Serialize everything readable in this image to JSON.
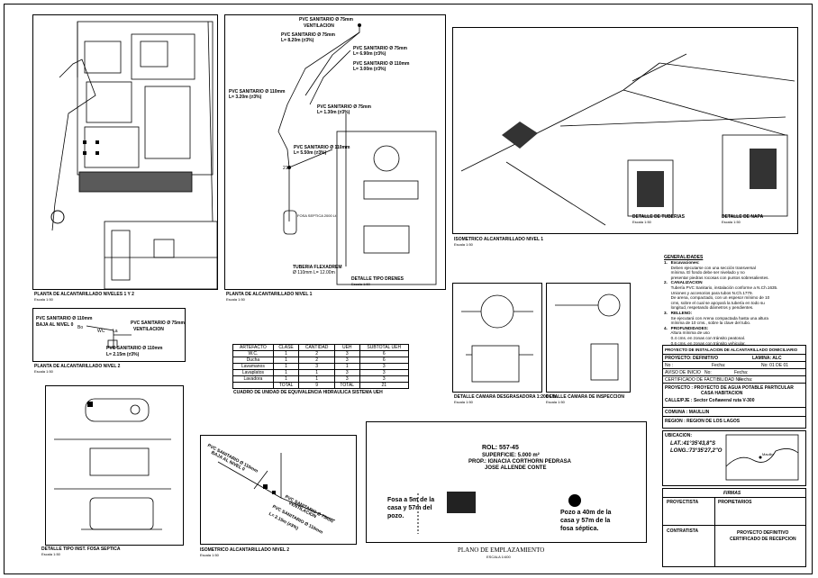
{
  "panels": {
    "planta_n1_n2": {
      "title": "PLANTA DE ALCANTARILLADO NIVELES 1 Y 2",
      "scale": "Escala 1:50"
    },
    "planta_n1": {
      "title": "PLANTA DE ALCANTARILLADO NIVEL 1",
      "scale": "Escala 1:50"
    },
    "isometrico_n1": {
      "title": "ISOMETRICO ALCANTARILLADO NIVEL 1",
      "scale": "Escala 1:50"
    },
    "planta_n2": {
      "title": "PLANTA DE ALCANTARILLADO NIVEL 2",
      "scale": "Escala 1:50"
    },
    "detalle_fosa": {
      "title": "DETALLE TIPO INST. FOSA SEPTICA",
      "scale": "Escala 1:50"
    },
    "isometrico_n2": {
      "title": "ISOMETRICO ALCANTARILLADO NIVEL 2",
      "scale": "Escala 1:50"
    },
    "detalle_drenes": {
      "title": "DETALLE TIPO DRENES",
      "scale": "Escala 1:50"
    },
    "detalle_camara_desgrasadora": {
      "title": "DETALLE CAMARA DESGRASADORA 1:200 Lts.",
      "scale": "Escala 1:50"
    },
    "detalle_camara_inspeccion": {
      "title": "DETALLE CAMARA DE INSPECCION",
      "scale": "Escala 1:50"
    },
    "detalle_tuberias": {
      "title": "DETALLE DE TUBERIAS",
      "scale": "Escala 1:50"
    },
    "detalle_napa": {
      "title": "DETALLE DE NAPA",
      "scale": "Escala 1:50"
    }
  },
  "pipe_labels": {
    "ventilacion_top": "PVC SANITARIO Ø 75mm",
    "ventilacion_word": "VENTILACION",
    "seg1_pipe": "PVC SANITARIO Ø 75mm",
    "seg1_len": "L= 8.20m (≠3%)",
    "seg2_pipe": "PVC SANITARIO Ø 75mm",
    "seg2_len": "L= 6.90m (≠3%)",
    "seg3_pipe": "PVC SANITARIO Ø 110mm",
    "seg3_len": "L= 3.00m (≠3%)",
    "seg4_pipe": "PVC SANITARIO Ø 110mm",
    "seg4_len": "L= 3.20m (≠3%)",
    "seg5_pipe": "PVC SANITARIO Ø 75mm",
    "seg5_len": "L= 1.30m (≠3%)",
    "seg6_pipe": "PVC SANITARIO Ø 110mm",
    "seg6_len": "L= 5.50m (≠3%)",
    "node21": "21",
    "fosa_label": "FOSA SEPTICA 2000 Lt.",
    "tuberia_label": "TUBERIA FLEXADREM",
    "tuberia_len": "Ø 110mm L= 12.00m",
    "n2_pipe_a": "PVC SANITARIO Ø 110mm",
    "n2_baja": "BAJA AL NIVEL 0",
    "n2_pipe_b": "PVC SANITARIO Ø 75mm",
    "n2_vent": "VENTILACION",
    "n2_pipe_c": "PVC SANITARIO Ø 110mm",
    "n2_len": "L= 2.15m (≠3%)",
    "n2_bo": "Bo",
    "n2_wc": "WC",
    "n2_la": "La"
  },
  "table": {
    "title": "CUADRO DE UNIDAD DE EQUIVALENCIA HIDRAULICA SISTEMA UEH",
    "headers": [
      "ARTEFACTO",
      "CLASE",
      "CANTIDAD",
      "UEH",
      "SUBTOTAL UEH"
    ],
    "rows": [
      [
        "W.C.",
        "1",
        "2",
        "3",
        "6"
      ],
      [
        "Ducha",
        "1",
        "2",
        "3",
        "6"
      ],
      [
        "Lavamanos",
        "1",
        "3",
        "1",
        "3"
      ],
      [
        "Lavaplatos",
        "1",
        "1",
        "3",
        "3"
      ],
      [
        "Lavadora",
        "1",
        "1",
        "3",
        "3"
      ]
    ],
    "total_label": "TOTAL",
    "total_qty": "9",
    "total_label2": "TOTAL",
    "total_value": "21"
  },
  "site": {
    "rol": "ROL: 557-45",
    "superficie": "SUPERFICIE: 5.000 m²",
    "prop": "PROP.: IGNACIA CORTHORN PEDRASA",
    "prop2": "JOSE ALLENDE CONTE",
    "fosa_note_1": "Fosa a 5m de la",
    "fosa_note_2": "casa y 57m del",
    "fosa_note_3": "pozo.",
    "pozo_note_1": "Pozo a 40m de la",
    "pozo_note_2": "casa y 57m de la",
    "pozo_note_3": "fosa séptica.",
    "title": "PLANO DE EMPLAZAMIENTO",
    "scale": "ESCALA 1/400"
  },
  "generalidades": {
    "heading": "GENERALIDADES",
    "items": [
      "1.   Excavaciones:",
      "      Deben ejecutarse con una sección transversal",
      "      mínima. El fondo debe ser nivelado y no",
      "      presentar piedras rocosas con puntos sobresalientes.",
      "2.   CANALIZACION",
      "      Tubería PVC Sanitario, instalación conforme a N.Ch.1635.",
      "      Uniones y accesorios para tubos N.Ch.1779.",
      "      De arena, compactado, con un espesor mínimo de 10",
      "      cms, sobre el cual se apoyará la tubería en todo su",
      "      longitud, respetando diámetros y pendientes.",
      "3.   RELLENO:",
      "      Se ejecutará con Arena compactada hasta una altura",
      "      mínima de 10 cms., sobre la clave del tubo.",
      "4.   PROFUNDIDADES:",
      "      Altura mínima de uso",
      "      0.4 cms. en zonas con tránsito peatonal.",
      "      0.6 cms. en zonas con tránsito vehicular."
    ]
  },
  "title_block": {
    "project_title": "PROYECTO DE INSTALACION DE ALCANTARILLADO DOMICILIARIO",
    "proyecto_label": "PROYECTO: DEFINITIVO",
    "lamina": "LAMINA: ALC",
    "no_label": "No :",
    "fecha_label": "Fecha:",
    "no_de": "No: 01  DE  01",
    "aviso_label": "AVISO DE INICIO",
    "aviso_no": "No:",
    "aviso_fecha": "Fecha:",
    "cert_label": "CERTIFICADO DE FACTIBILIDAD No:",
    "cert_fecha": "Fecha:",
    "proyecto_desc": "PROYECTO  :  PROYECTO DE AGUA POTABLE PARTICULAR",
    "proyecto_desc2": "CASA HABITACION",
    "calle": "CALLE/PJE  :  Sector Coñaweral ruta V-300",
    "comuna": "COMUNA     :  MAULLIN",
    "region": "REGION      :  REGION DE LOS LAGOS",
    "ubicacion": "UBICACION:",
    "lat": "LAT.:41°35'43,8\"S",
    "long": "LONG.:73°35'27,2\"O",
    "map_label": "Maullin",
    "firmas": "FIRMAS",
    "proyectista": "PROYECTISTA",
    "propietarios": "PROPIETARIOS",
    "contratista": "CONTRATISTA",
    "proyecto_def": "PROYECTO DEFINITIVO",
    "cert_recepcion": "CERTIFICADO DE RECEPCION"
  },
  "colors": {
    "ink": "#000000",
    "paper": "#ffffff",
    "hatch": "#5a5a5a"
  }
}
